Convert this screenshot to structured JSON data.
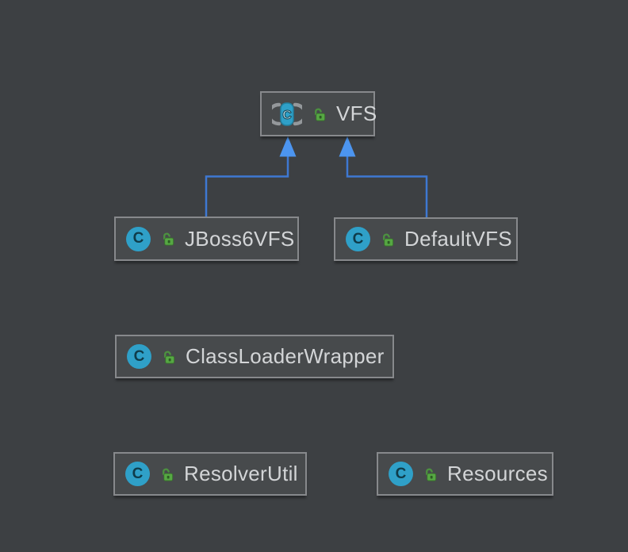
{
  "diagram": {
    "nodes": [
      {
        "id": "vfs",
        "label": "VFS",
        "kind": "abstract-class",
        "visibility": "public"
      },
      {
        "id": "jboss6vfs",
        "label": "JBoss6VFS",
        "kind": "class",
        "visibility": "public"
      },
      {
        "id": "defaultvfs",
        "label": "DefaultVFS",
        "kind": "class",
        "visibility": "public"
      },
      {
        "id": "classloaderwrapper",
        "label": "ClassLoaderWrapper",
        "kind": "class",
        "visibility": "public"
      },
      {
        "id": "resolverutil",
        "label": "ResolverUtil",
        "kind": "class",
        "visibility": "public"
      },
      {
        "id": "resources",
        "label": "Resources",
        "kind": "class",
        "visibility": "public"
      }
    ],
    "edges": [
      {
        "from": "JBoss6VFS",
        "to": "VFS",
        "type": "extends"
      },
      {
        "from": "DefaultVFS",
        "to": "VFS",
        "type": "extends"
      }
    ],
    "icons": {
      "class_glyph": "C",
      "lock": "open-padlock"
    },
    "colors": {
      "canvas_bg": "#3D4043",
      "node_bg": "#474A4C",
      "node_border": "#87898C",
      "label_text": "#D3D5D7",
      "class_icon_bg": "#2FA0C8",
      "class_icon_glyph": "#0F3C4A",
      "lock_green": "#56A843",
      "edge_line": "#3E78D2",
      "edge_arrow": "#4C95F0"
    }
  }
}
